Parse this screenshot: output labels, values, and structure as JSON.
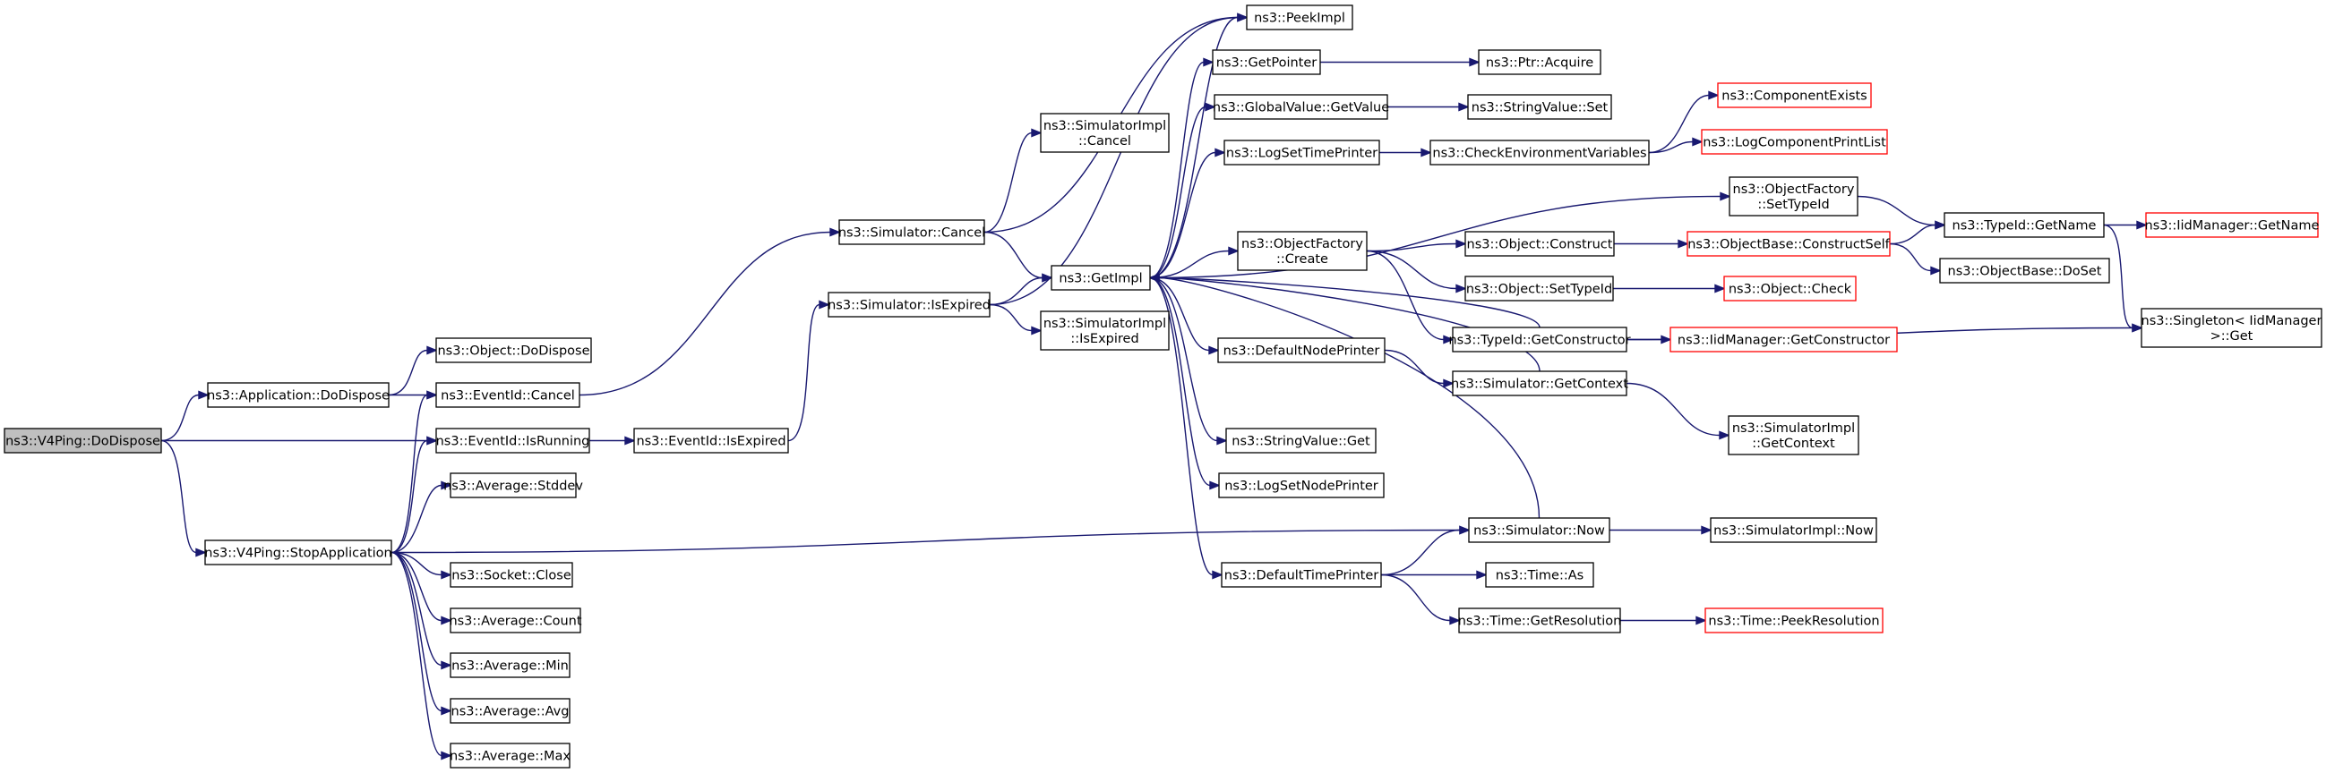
{
  "colors": {
    "edge": "#191970",
    "root_fill": "#bfbfbf",
    "node_border": "#000000",
    "external_border": "#ff0000"
  },
  "nodes": [
    {
      "id": "dodispose",
      "label": [
        "ns3::V4Ping::DoDispose"
      ],
      "root": true
    },
    {
      "id": "appdodispose",
      "label": [
        "ns3::Application::DoDispose"
      ]
    },
    {
      "id": "stopapp",
      "label": [
        "ns3::V4Ping::StopApplication"
      ]
    },
    {
      "id": "objdodispose",
      "label": [
        "ns3::Object::DoDispose"
      ]
    },
    {
      "id": "eventcancel",
      "label": [
        "ns3::EventId::Cancel"
      ]
    },
    {
      "id": "isrunning",
      "label": [
        "ns3::EventId::IsRunning"
      ]
    },
    {
      "id": "stddev",
      "label": [
        "ns3::Average::Stddev"
      ]
    },
    {
      "id": "sockclose",
      "label": [
        "ns3::Socket::Close"
      ]
    },
    {
      "id": "avgcount",
      "label": [
        "ns3::Average::Count"
      ]
    },
    {
      "id": "avgmin",
      "label": [
        "ns3::Average::Min"
      ]
    },
    {
      "id": "avgavg",
      "label": [
        "ns3::Average::Avg"
      ]
    },
    {
      "id": "avgmax",
      "label": [
        "ns3::Average::Max"
      ]
    },
    {
      "id": "isexpired",
      "label": [
        "ns3::EventId::IsExpired"
      ]
    },
    {
      "id": "simcancel",
      "label": [
        "ns3::Simulator::Cancel"
      ]
    },
    {
      "id": "simisexpired",
      "label": [
        "ns3::Simulator::IsExpired"
      ]
    },
    {
      "id": "simimplcancel",
      "label": [
        "ns3::SimulatorImpl",
        "::Cancel"
      ]
    },
    {
      "id": "getimpl",
      "label": [
        "ns3::GetImpl"
      ]
    },
    {
      "id": "simimplisexpired",
      "label": [
        "ns3::SimulatorImpl",
        "::IsExpired"
      ]
    },
    {
      "id": "peekimpl",
      "label": [
        "ns3::PeekImpl"
      ]
    },
    {
      "id": "getpointer",
      "label": [
        "ns3::GetPointer"
      ]
    },
    {
      "id": "gvgetvalue",
      "label": [
        "ns3::GlobalValue::GetValue"
      ]
    },
    {
      "id": "logsettime",
      "label": [
        "ns3::LogSetTimePrinter"
      ]
    },
    {
      "id": "ofcreate",
      "label": [
        "ns3::ObjectFactory",
        "::Create"
      ]
    },
    {
      "id": "defnodeprinter",
      "label": [
        "ns3::DefaultNodePrinter"
      ]
    },
    {
      "id": "svget",
      "label": [
        "ns3::StringValue::Get"
      ]
    },
    {
      "id": "logsetnode",
      "label": [
        "ns3::LogSetNodePrinter"
      ]
    },
    {
      "id": "deftimeprinter",
      "label": [
        "ns3::DefaultTimePrinter"
      ]
    },
    {
      "id": "ptracquire",
      "label": [
        "ns3::Ptr::Acquire"
      ]
    },
    {
      "id": "svset",
      "label": [
        "ns3::StringValue::Set"
      ]
    },
    {
      "id": "checkenv",
      "label": [
        "ns3::CheckEnvironmentVariables"
      ]
    },
    {
      "id": "ofsettypeid",
      "label": [
        "ns3::ObjectFactory",
        "::SetTypeId"
      ]
    },
    {
      "id": "objconstruct",
      "label": [
        "ns3::Object::Construct"
      ]
    },
    {
      "id": "objsettypeid",
      "label": [
        "ns3::Object::SetTypeId"
      ]
    },
    {
      "id": "tidgetctor",
      "label": [
        "ns3::TypeId::GetConstructor"
      ]
    },
    {
      "id": "simgetcontext",
      "label": [
        "ns3::Simulator::GetContext"
      ]
    },
    {
      "id": "simnow",
      "label": [
        "ns3::Simulator::Now"
      ]
    },
    {
      "id": "timeas",
      "label": [
        "ns3::Time::As"
      ]
    },
    {
      "id": "timegetres",
      "label": [
        "ns3::Time::GetResolution"
      ]
    },
    {
      "id": "compexists",
      "label": [
        "ns3::ComponentExists"
      ],
      "external": true
    },
    {
      "id": "logcompprint",
      "label": [
        "ns3::LogComponentPrintList"
      ],
      "external": true
    },
    {
      "id": "objbaseconstruct",
      "label": [
        "ns3::ObjectBase::ConstructSelf"
      ],
      "external": true
    },
    {
      "id": "objcheck",
      "label": [
        "ns3::Object::Check"
      ],
      "external": true
    },
    {
      "id": "iidgetctor",
      "label": [
        "ns3::IidManager::GetConstructor"
      ],
      "external": true
    },
    {
      "id": "simimplgetcontext",
      "label": [
        "ns3::SimulatorImpl",
        "::GetContext"
      ]
    },
    {
      "id": "simimplnow",
      "label": [
        "ns3::SimulatorImpl::Now"
      ]
    },
    {
      "id": "timepeekres",
      "label": [
        "ns3::Time::PeekResolution"
      ],
      "external": true
    },
    {
      "id": "tidgetname",
      "label": [
        "ns3::TypeId::GetName"
      ]
    },
    {
      "id": "objbasedoset",
      "label": [
        "ns3::ObjectBase::DoSet"
      ]
    },
    {
      "id": "iidgetname",
      "label": [
        "ns3::IidManager::GetName"
      ],
      "external": true
    },
    {
      "id": "singletonget",
      "label": [
        "ns3::Singleton< IidManager",
        " >::Get"
      ]
    }
  ],
  "edges": [
    [
      "dodispose",
      "appdodispose"
    ],
    [
      "dodispose",
      "isrunning"
    ],
    [
      "dodispose",
      "stopapp"
    ],
    [
      "appdodispose",
      "objdodispose"
    ],
    [
      "appdodispose",
      "eventcancel"
    ],
    [
      "stopapp",
      "eventcancel"
    ],
    [
      "stopapp",
      "isrunning"
    ],
    [
      "stopapp",
      "stddev"
    ],
    [
      "stopapp",
      "sockclose"
    ],
    [
      "stopapp",
      "avgcount"
    ],
    [
      "stopapp",
      "avgmin"
    ],
    [
      "stopapp",
      "avgavg"
    ],
    [
      "stopapp",
      "avgmax"
    ],
    [
      "stopapp",
      "simnow"
    ],
    [
      "eventcancel",
      "simcancel"
    ],
    [
      "isrunning",
      "isexpired"
    ],
    [
      "isexpired",
      "simisexpired"
    ],
    [
      "simcancel",
      "simimplcancel"
    ],
    [
      "simcancel",
      "getimpl"
    ],
    [
      "simcancel",
      "peekimpl"
    ],
    [
      "simisexpired",
      "getimpl"
    ],
    [
      "simisexpired",
      "simimplisexpired"
    ],
    [
      "simisexpired",
      "peekimpl"
    ],
    [
      "getimpl",
      "peekimpl"
    ],
    [
      "getimpl",
      "getpointer"
    ],
    [
      "getimpl",
      "gvgetvalue"
    ],
    [
      "getimpl",
      "logsettime"
    ],
    [
      "getimpl",
      "ofsettypeid"
    ],
    [
      "getimpl",
      "ofcreate"
    ],
    [
      "getimpl",
      "defnodeprinter"
    ],
    [
      "getimpl",
      "svget"
    ],
    [
      "getimpl",
      "logsetnode"
    ],
    [
      "getimpl",
      "deftimeprinter"
    ],
    [
      "tidgetctor",
      "getimpl"
    ],
    [
      "simgetcontext",
      "getimpl"
    ],
    [
      "simnow",
      "getimpl"
    ],
    [
      "getpointer",
      "ptracquire"
    ],
    [
      "gvgetvalue",
      "svset"
    ],
    [
      "logsettime",
      "checkenv"
    ],
    [
      "checkenv",
      "compexists"
    ],
    [
      "checkenv",
      "logcompprint"
    ],
    [
      "ofcreate",
      "objconstruct"
    ],
    [
      "ofcreate",
      "objsettypeid"
    ],
    [
      "ofcreate",
      "tidgetctor"
    ],
    [
      "defnodeprinter",
      "simgetcontext"
    ],
    [
      "deftimeprinter",
      "simnow"
    ],
    [
      "deftimeprinter",
      "timeas"
    ],
    [
      "deftimeprinter",
      "timegetres"
    ],
    [
      "ofsettypeid",
      "tidgetname"
    ],
    [
      "objconstruct",
      "objbaseconstruct"
    ],
    [
      "objsettypeid",
      "objcheck"
    ],
    [
      "tidgetctor",
      "iidgetctor"
    ],
    [
      "tidgetctor",
      "singletonget"
    ],
    [
      "simgetcontext",
      "simimplgetcontext"
    ],
    [
      "simnow",
      "simimplnow"
    ],
    [
      "timegetres",
      "timepeekres"
    ],
    [
      "objbaseconstruct",
      "tidgetname"
    ],
    [
      "objbaseconstruct",
      "objbasedoset"
    ],
    [
      "tidgetname",
      "iidgetname"
    ],
    [
      "tidgetname",
      "singletonget"
    ]
  ]
}
